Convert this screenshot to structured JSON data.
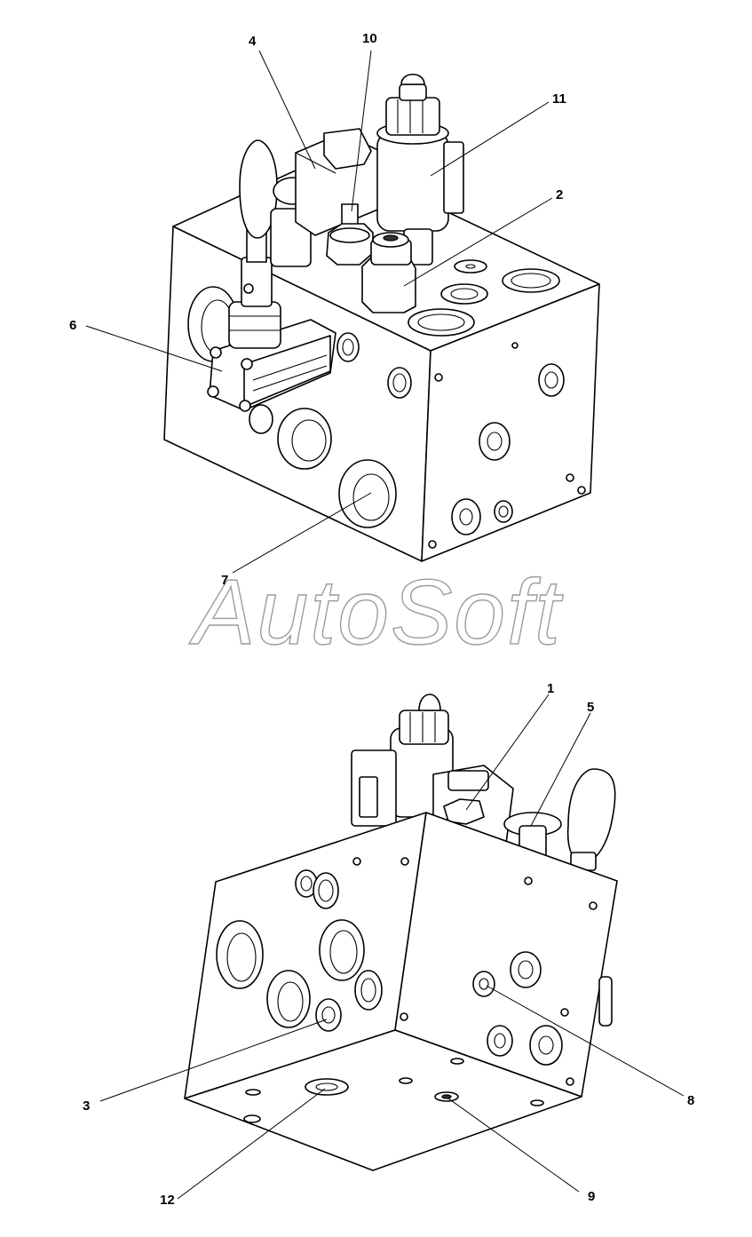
{
  "watermark": "AutoSoft",
  "views": {
    "top": {
      "callouts": [
        {
          "id": "c4",
          "label": "4"
        },
        {
          "id": "c10",
          "label": "10"
        },
        {
          "id": "c11",
          "label": "11"
        },
        {
          "id": "c2",
          "label": "2"
        },
        {
          "id": "c6",
          "label": "6"
        },
        {
          "id": "c7",
          "label": "7"
        }
      ]
    },
    "bottom": {
      "callouts": [
        {
          "id": "c1",
          "label": "1"
        },
        {
          "id": "c5",
          "label": "5"
        },
        {
          "id": "c3",
          "label": "3"
        },
        {
          "id": "c8",
          "label": "8"
        },
        {
          "id": "c12",
          "label": "12"
        },
        {
          "id": "c9",
          "label": "9"
        }
      ]
    }
  }
}
